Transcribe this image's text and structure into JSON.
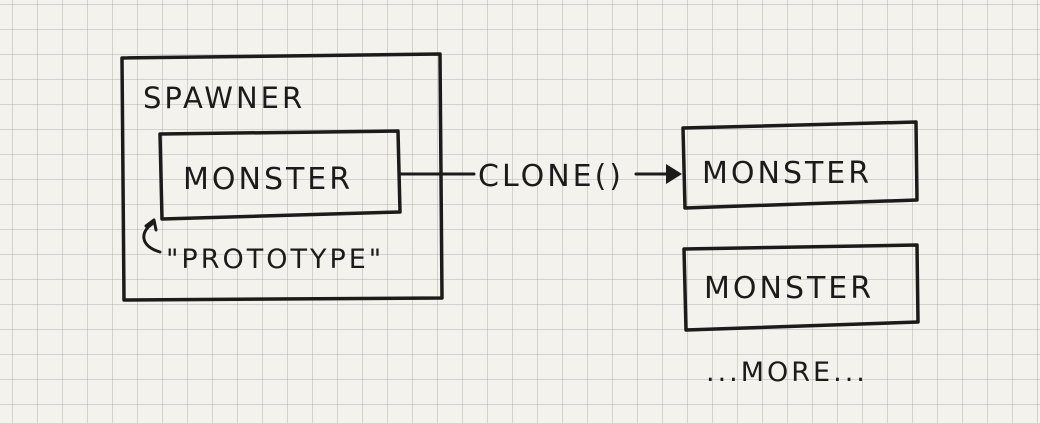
{
  "diagram": {
    "spawner_label": "SPAWNER",
    "prototype_monster_label": "MONSTER",
    "prototype_caption": "\"PROTOTYPE\"",
    "clone_label": "CLONE()",
    "clone_monster_1_label": "MONSTER",
    "clone_monster_2_label": "MONSTER",
    "more_label": "...MORE..."
  }
}
